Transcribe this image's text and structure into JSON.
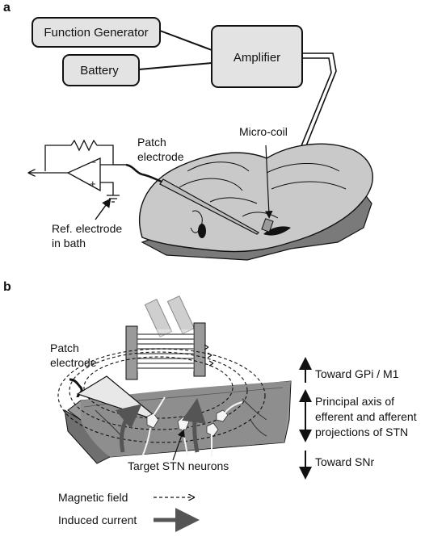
{
  "panel_a": {
    "letter": "a",
    "function_generator": "Function Generator",
    "battery": "Battery",
    "amplifier": "Amplifier",
    "patch_electrode": [
      "Patch",
      "electrode"
    ],
    "micro_coil": "Micro-coil",
    "ref_electrode": [
      "Ref. electrode",
      " in bath"
    ],
    "op_amp_minus": "−",
    "op_amp_plus": "+"
  },
  "panel_b": {
    "letter": "b",
    "patch_electrode": [
      "Patch",
      "electrode"
    ],
    "toward_top": "Toward GPi / M1",
    "principal_axis": [
      "Principal axis of",
      "efferent and afferent",
      "projections of STN"
    ],
    "toward_bottom": "Toward SNr",
    "target_neurons": "Target STN neurons"
  },
  "legend": {
    "magnetic_field": "Magnetic field",
    "induced_current": "Induced current"
  },
  "colors": {
    "box_fill": "#e3e3e3",
    "slice_fill": "#c9c9c9",
    "tissue_fill": "#9a9a9a",
    "arrow_dark": "#555555"
  }
}
